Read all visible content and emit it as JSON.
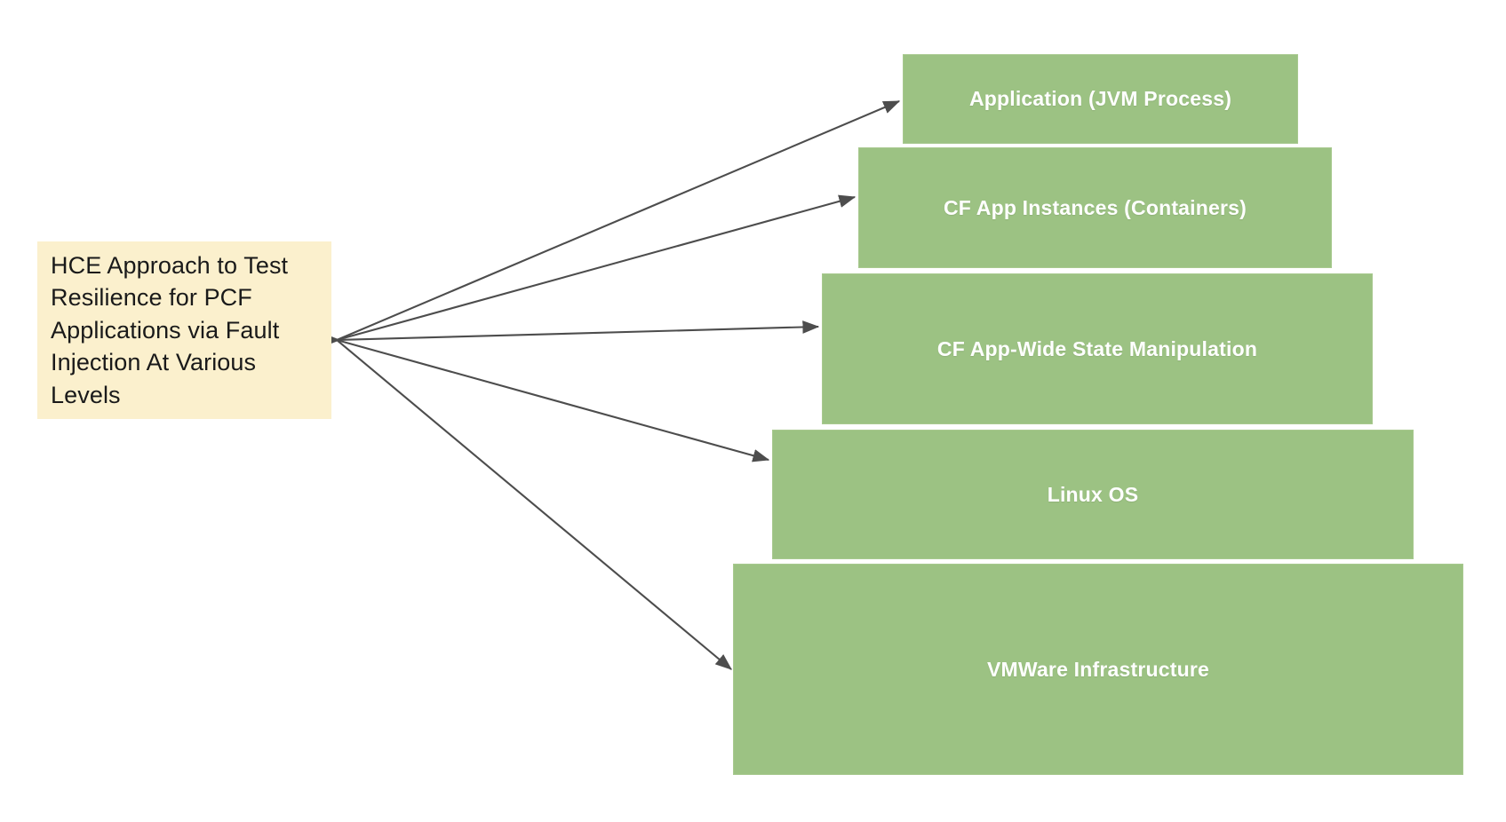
{
  "diagram": {
    "title": "HCE Approach to Test Resilience for PCF Applications via Fault Injection At Various Levels",
    "background_color": "#ffffff",
    "source": {
      "label": "HCE Approach to Test Resilience for PCF Applications via Fault Injection At Various Levels",
      "fill_color": "#fbf0cd",
      "text_color": "#1a1a1a"
    },
    "arrow_color": "#4d4d4d",
    "layers": [
      {
        "label": "Application (JVM Process)",
        "fill_color": "#9cc283",
        "text_color": "#ffffff"
      },
      {
        "label": "CF App Instances (Containers)",
        "fill_color": "#9cc283",
        "text_color": "#ffffff"
      },
      {
        "label": "CF App-Wide State Manipulation",
        "fill_color": "#9cc283",
        "text_color": "#ffffff"
      },
      {
        "label": "Linux OS",
        "fill_color": "#9cc283",
        "text_color": "#ffffff"
      },
      {
        "label": "VMWare Infrastructure",
        "fill_color": "#9cc283",
        "text_color": "#ffffff"
      }
    ]
  }
}
